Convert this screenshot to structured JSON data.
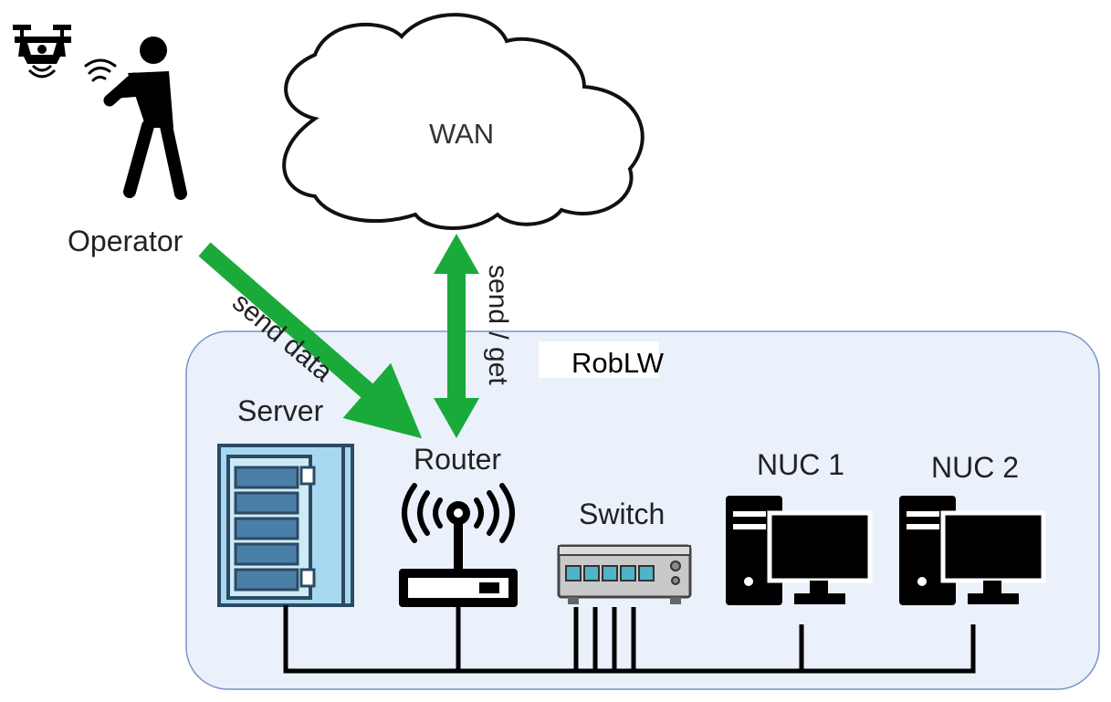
{
  "cloud": {
    "label": "WAN"
  },
  "operator": {
    "label": "Operator"
  },
  "cluster": {
    "label": "RobLW"
  },
  "devices": {
    "server": "Server",
    "router": "Router",
    "switch": "Switch",
    "nuc1": "NUC 1",
    "nuc2": "NUC 2"
  },
  "arrows": {
    "operator_to_router": "send data",
    "router_to_wan": "send / get"
  },
  "colors": {
    "arrow_green": "#1aaa3a",
    "cluster_fill": "#eaf1fb",
    "cluster_border": "#7b93c9",
    "server_blue": "#a8d8f0",
    "server_dark": "#2c4a63",
    "switch_gray": "#c9c9c9",
    "port_teal": "#4fb3c9"
  }
}
